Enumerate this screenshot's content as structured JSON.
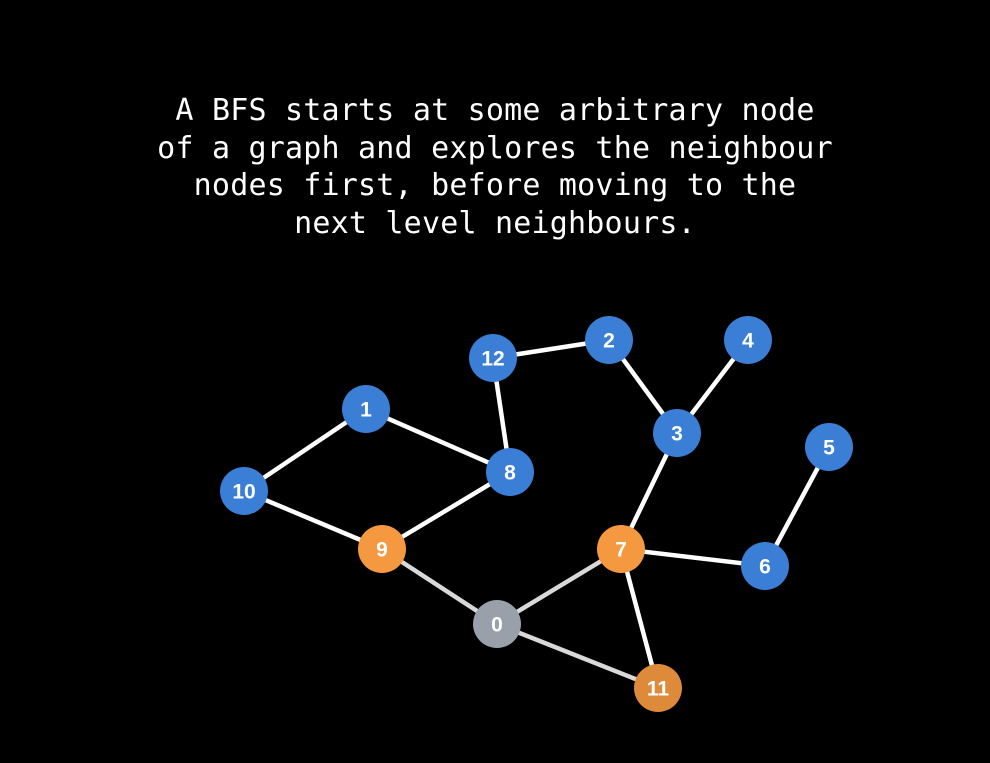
{
  "caption": {
    "lines": [
      "A BFS starts at some arbitrary node",
      "of a graph and explores the neighbour",
      "nodes first, before moving to the",
      "next level neighbours."
    ]
  },
  "colors": {
    "background": "#000000",
    "edge": "#ffffff",
    "edge_to_visited": "#d9d9d9",
    "node_label": "#ffffff",
    "state": {
      "unvisited": "#3a7fd5",
      "visited": "#9aa0aa",
      "frontier": "#f4993f",
      "frontier_dark": "#dd8a3a"
    }
  },
  "graph": {
    "nodes": [
      {
        "id": "0",
        "label": "0",
        "state": "visited"
      },
      {
        "id": "1",
        "label": "1",
        "state": "unvisited"
      },
      {
        "id": "2",
        "label": "2",
        "state": "unvisited"
      },
      {
        "id": "3",
        "label": "3",
        "state": "unvisited"
      },
      {
        "id": "4",
        "label": "4",
        "state": "unvisited"
      },
      {
        "id": "5",
        "label": "5",
        "state": "unvisited"
      },
      {
        "id": "6",
        "label": "6",
        "state": "unvisited"
      },
      {
        "id": "7",
        "label": "7",
        "state": "frontier"
      },
      {
        "id": "8",
        "label": "8",
        "state": "unvisited"
      },
      {
        "id": "9",
        "label": "9",
        "state": "frontier"
      },
      {
        "id": "10",
        "label": "10",
        "state": "unvisited"
      },
      {
        "id": "11",
        "label": "11",
        "state": "frontier_dark"
      },
      {
        "id": "12",
        "label": "12",
        "state": "unvisited"
      }
    ],
    "edges": [
      {
        "from": "10",
        "to": "1"
      },
      {
        "from": "10",
        "to": "9"
      },
      {
        "from": "1",
        "to": "8"
      },
      {
        "from": "9",
        "to": "8"
      },
      {
        "from": "8",
        "to": "12"
      },
      {
        "from": "12",
        "to": "2"
      },
      {
        "from": "2",
        "to": "3"
      },
      {
        "from": "4",
        "to": "3"
      },
      {
        "from": "3",
        "to": "7"
      },
      {
        "from": "5",
        "to": "6"
      },
      {
        "from": "7",
        "to": "6"
      },
      {
        "from": "7",
        "to": "11"
      },
      {
        "from": "9",
        "to": "0"
      },
      {
        "from": "0",
        "to": "7"
      },
      {
        "from": "0",
        "to": "11"
      }
    ]
  }
}
